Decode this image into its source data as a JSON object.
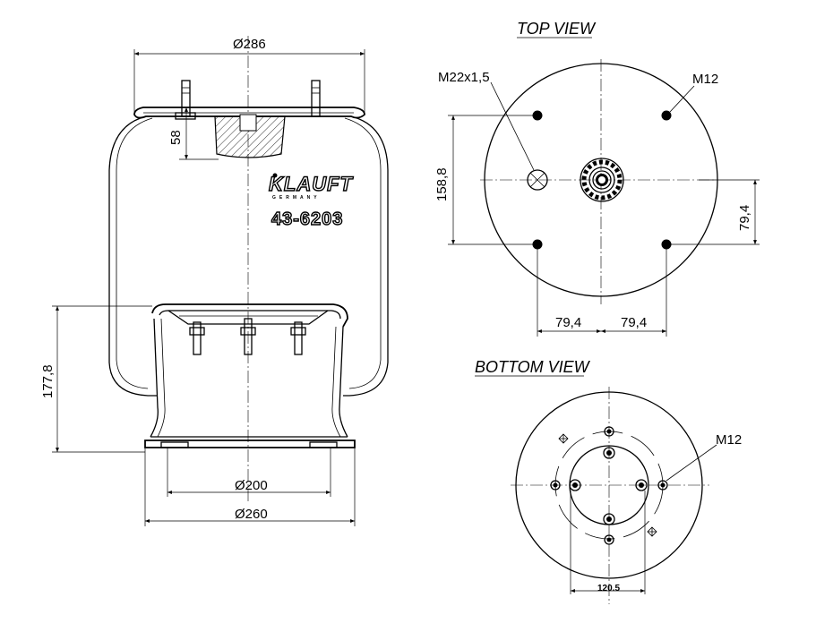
{
  "side_view": {
    "brand": "KLAUFT",
    "brand_sub": "GERMANY",
    "part_number": "43-6203",
    "dim_top_diameter": "Ø286",
    "dim_stud_height": "58",
    "dim_height": "177,8",
    "dim_piston_inner": "Ø200",
    "dim_piston_outer": "Ø260"
  },
  "top_view": {
    "title": "TOP VIEW",
    "label_air_fitting": "M22x1,5",
    "label_stud": "M12",
    "dim_vertical_spacing": "158,8",
    "dim_half_offset": "79,4",
    "dim_left": "79,4",
    "dim_right": "79,4"
  },
  "bottom_view": {
    "title": "BOTTOM VIEW",
    "label_stud": "M12",
    "dim_spacing": "120.5"
  }
}
